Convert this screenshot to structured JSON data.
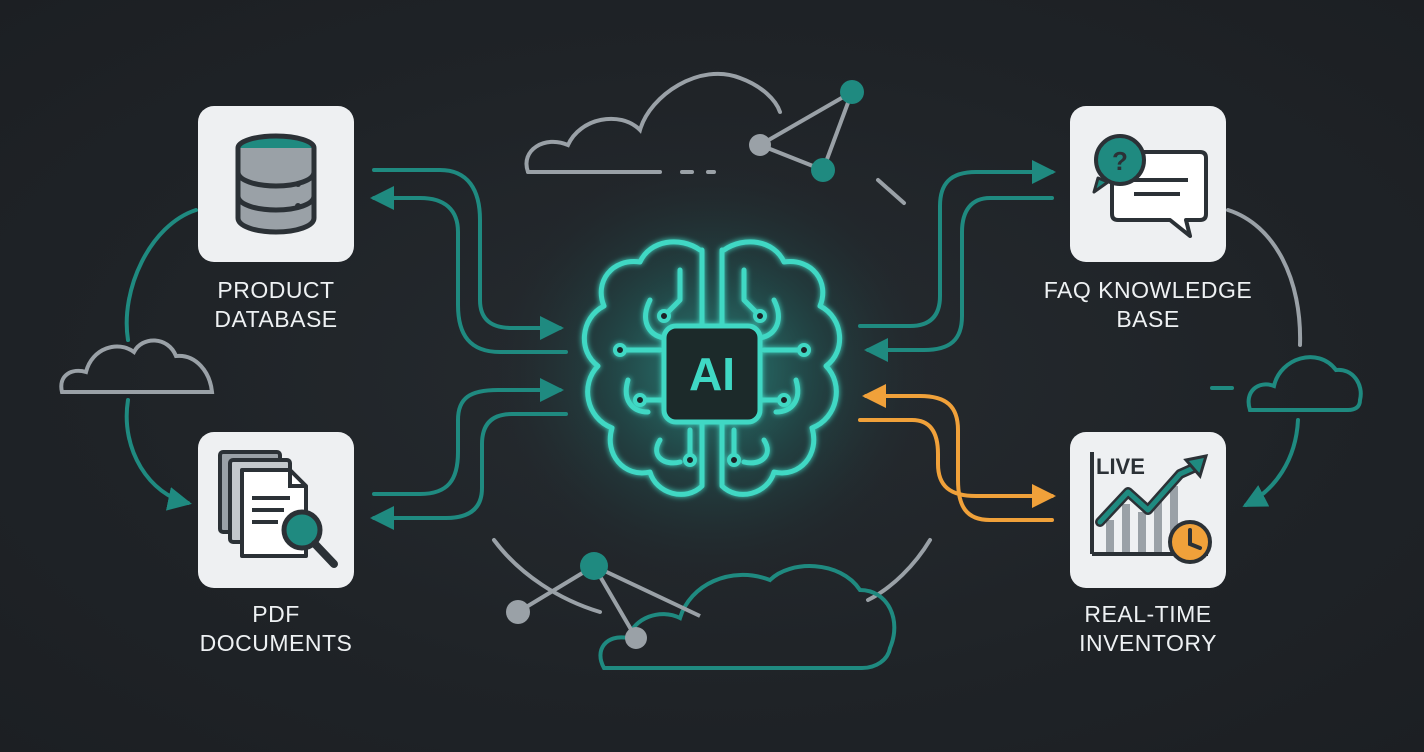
{
  "center": {
    "label": "AI"
  },
  "nodes": {
    "product_database": {
      "line1": "PRODUCT",
      "line2": "DATABASE"
    },
    "pdf_documents": {
      "line1": "PDF",
      "line2": "DOCUMENTS"
    },
    "faq_knowledge_base": {
      "line1": "FAQ KNOWLEDGE",
      "line2": "BASE"
    },
    "realtime_inventory": {
      "line1": "REAL-TIME",
      "line2": "INVENTORY",
      "icon_text": "LIVE"
    }
  },
  "faq_icon": {
    "glyph": "?"
  },
  "colors": {
    "background": "#1f2327",
    "teal": "#1f8a80",
    "teal_bright": "#3fd8c4",
    "orange": "#f0a13a",
    "gray": "#9aa1a7",
    "tile": "#eef0f2",
    "label": "#eef1f3"
  },
  "icons": {
    "product_database": "database-icon",
    "pdf_documents": "document-search-icon",
    "faq_knowledge_base": "faq-chat-icon",
    "realtime_inventory": "live-chart-clock-icon",
    "center": "brain-chip-icon"
  }
}
